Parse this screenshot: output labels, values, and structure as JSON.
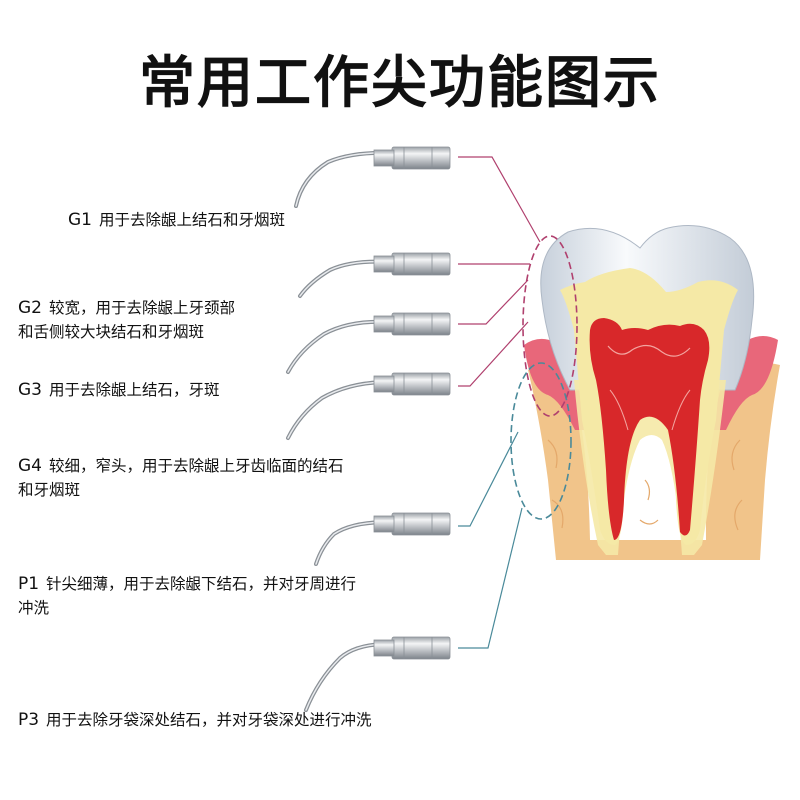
{
  "title": "常用工作尖功能图示",
  "tips": [
    {
      "code": "G1",
      "desc": "用于去除龈上结石和牙烟斑",
      "desc2": ""
    },
    {
      "code": "G2",
      "desc": "较宽，用于去除龈上牙颈部",
      "desc2": "和舌侧较大块结石和牙烟斑"
    },
    {
      "code": "G3",
      "desc": "用于去除龈上结石，牙斑",
      "desc2": ""
    },
    {
      "code": "G4",
      "desc": "较细，窄头，用于去除龈上牙齿临面的结石",
      "desc2": "和牙烟斑"
    },
    {
      "code": "P1",
      "desc": "针尖细薄，用于去除龈下结石，并对牙周进行",
      "desc2": "冲洗"
    },
    {
      "code": "P3",
      "desc": "用于去除牙袋深处结石，并对牙袋深处进行冲洗",
      "desc2": ""
    }
  ],
  "colors": {
    "supragingival_line": "#b0406e",
    "subgingival_line": "#4a8a9a",
    "enamel": "#eef2f7",
    "dentin": "#f5e9a6",
    "pulp": "#d8282a",
    "gum": "#e8677a",
    "bone": "#f1c48a"
  }
}
